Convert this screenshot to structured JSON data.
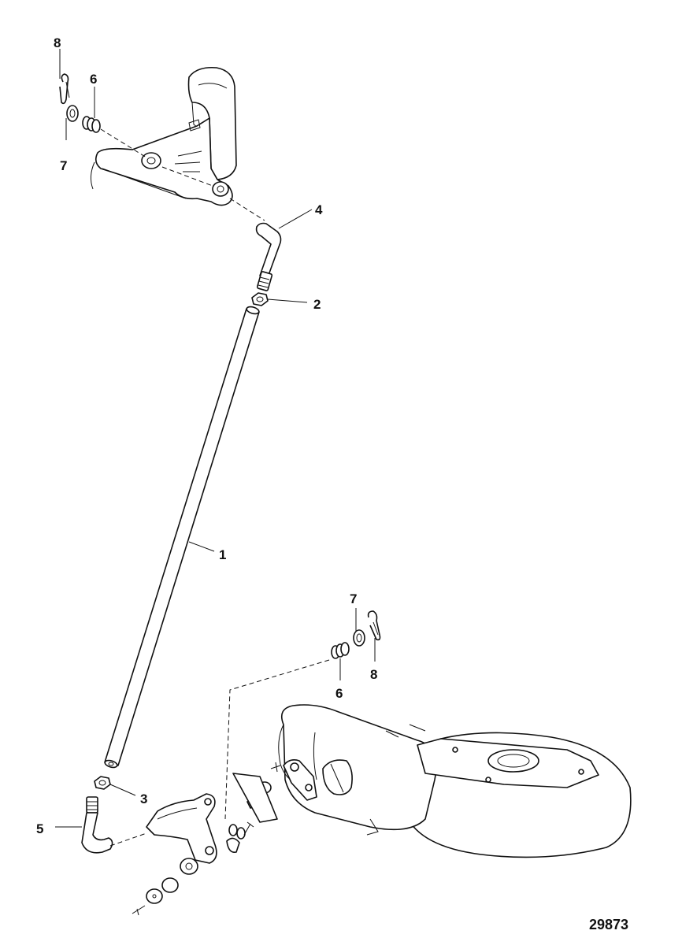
{
  "figure_number": "29873",
  "callouts": [
    {
      "id": "c8-top",
      "label": "8"
    },
    {
      "id": "c6-top",
      "label": "6"
    },
    {
      "id": "c7-top",
      "label": "7"
    },
    {
      "id": "c4",
      "label": "4"
    },
    {
      "id": "c2",
      "label": "2"
    },
    {
      "id": "c1",
      "label": "1"
    },
    {
      "id": "c7-bot",
      "label": "7"
    },
    {
      "id": "c8-bot",
      "label": "8"
    },
    {
      "id": "c6-bot",
      "label": "6"
    },
    {
      "id": "c3",
      "label": "3"
    },
    {
      "id": "c5",
      "label": "5"
    }
  ]
}
